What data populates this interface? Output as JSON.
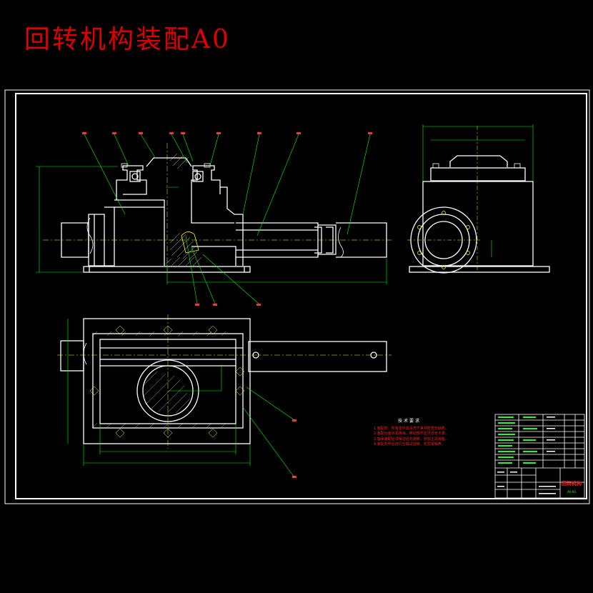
{
  "title": "回转机构装配A0",
  "notes": {
    "heading": "技术要求",
    "items": [
      "1.装配前，所有零件需清洗干净并检查无缺陷。",
      "2.各配合面涂润滑油，转动部件应灵活无卡滞。",
      "3.轴承装配后须保证径向游隙，并加注润滑脂。",
      "4.装配完毕后进行空载试运转，无异常噪声。"
    ]
  },
  "title_block": {
    "drawing_name": "回转机构",
    "drawing_code": "A0-00"
  },
  "colors": {
    "outline": "#ffffff",
    "dimension": "#00ff00",
    "annotation": "#ff2020",
    "accent": "#ffff00",
    "balloon": "#ff3030"
  }
}
